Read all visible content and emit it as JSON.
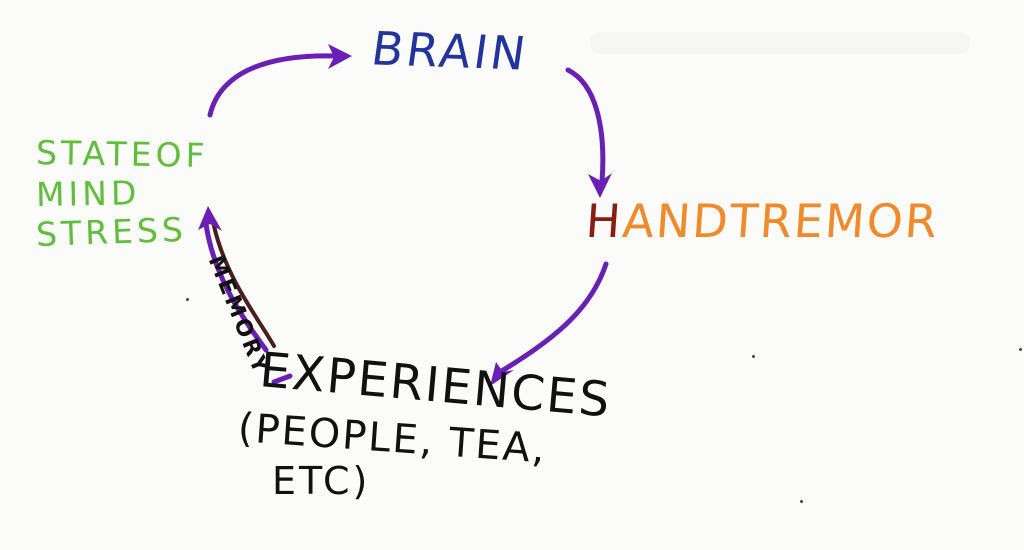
{
  "colors": {
    "background": "#fbfbf9",
    "arrow": "#6a1fb5",
    "brain": "#23359c",
    "hand": "#f08a2a",
    "hand_dark": "#8b1c12",
    "mind": "#5fbf3a",
    "experiences": "#111111",
    "memory": "#111111",
    "memory_arrow": "#4b1d1d"
  },
  "nodes": {
    "brain": "BRAIN",
    "hand_tremor": "HANDTREMOR",
    "state_of_mind": {
      "line1": "STATEOF",
      "line2": "MIND",
      "line3": "STRESS"
    },
    "experiences": {
      "title": "EXPERIENCES",
      "detail_line1": "(PEOPLE, TEA,",
      "detail_line2": "ETC)"
    }
  },
  "edge_labels": {
    "memory": "MEMORY"
  },
  "edges": [
    {
      "from": "state_of_mind",
      "to": "brain"
    },
    {
      "from": "brain",
      "to": "hand_tremor"
    },
    {
      "from": "hand_tremor",
      "to": "experiences"
    },
    {
      "from": "experiences",
      "to": "state_of_mind",
      "label": "MEMORY"
    }
  ]
}
